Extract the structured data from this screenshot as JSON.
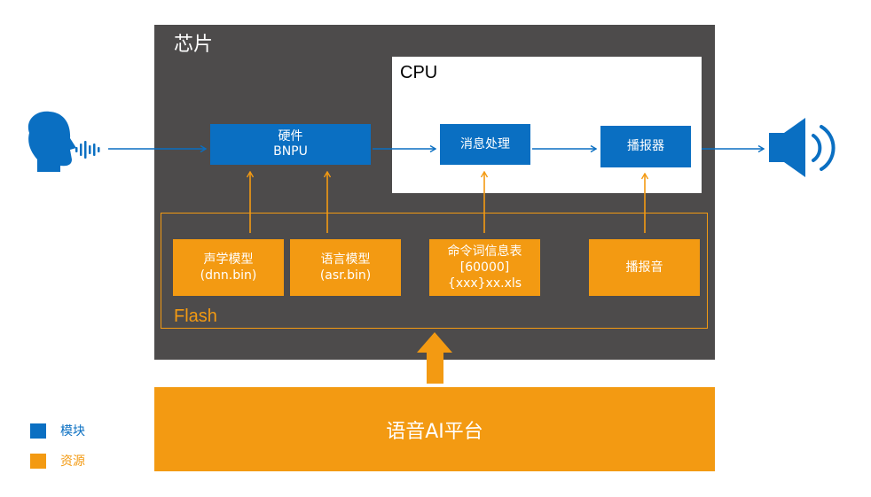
{
  "chip": {
    "title": "芯片"
  },
  "cpu": {
    "title": "CPU"
  },
  "flash": {
    "title": "Flash"
  },
  "modules": {
    "bnpu": {
      "line1": "硬件",
      "line2": "BNPU"
    },
    "msg": {
      "label": "消息处理"
    },
    "player": {
      "label": "播报器"
    }
  },
  "resources": {
    "acoustic": {
      "line1": "声学模型",
      "line2": "(dnn.bin)"
    },
    "language": {
      "line1": "语言模型",
      "line2": "(asr.bin)"
    },
    "command": {
      "line1": "命令词信息表",
      "line2": "[60000]",
      "line3": "{xxx}xx.xls"
    },
    "prompt": {
      "label": "播报音"
    }
  },
  "platform": {
    "label": "语音AI平台"
  },
  "legend": {
    "module": {
      "label": "模块",
      "color": "#0a6fc2"
    },
    "resource": {
      "label": "资源",
      "color": "#f39a12"
    }
  },
  "icons": {
    "speaker_head": "speaking-head-icon",
    "loudspeaker": "speaker-icon"
  },
  "colors": {
    "chip_bg": "#4d4b4b",
    "module": "#0a6fc2",
    "resource": "#f39a12"
  }
}
